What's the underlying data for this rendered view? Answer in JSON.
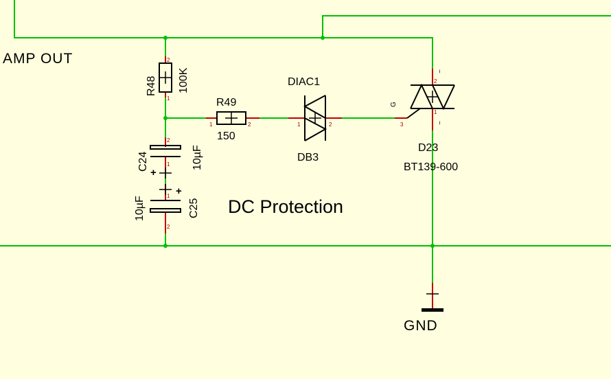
{
  "colors": {
    "background": "#ffffe0",
    "wire": "#00c000",
    "pin": "#c00000",
    "body": "#000000"
  },
  "net_label": "AMP OUT",
  "title": "DC Protection",
  "ground": {
    "label": "GND"
  },
  "components": {
    "r48": {
      "ref": "R48",
      "value": "100K",
      "pin_a": "2",
      "pin_b": "1"
    },
    "r49": {
      "ref": "R49",
      "value": "150",
      "pin_a": "1",
      "pin_b": "2"
    },
    "c24": {
      "ref": "C24",
      "value": "10µF",
      "pin_a": "2",
      "pin_b": "1",
      "polarity": "+"
    },
    "c25": {
      "ref": "C25",
      "value": "10µF",
      "pin_a": "1",
      "pin_b": "2",
      "polarity": "+"
    },
    "diac1": {
      "ref": "DIAC1",
      "value": "DB3",
      "pin_a": "1",
      "pin_b": "2"
    },
    "d23": {
      "ref": "D23",
      "value": "BT139-600",
      "pin_mt2": "2",
      "pin_mt1": "1",
      "pin_gate": "3",
      "gate_mark": "G",
      "terminal_mark": "~"
    }
  }
}
